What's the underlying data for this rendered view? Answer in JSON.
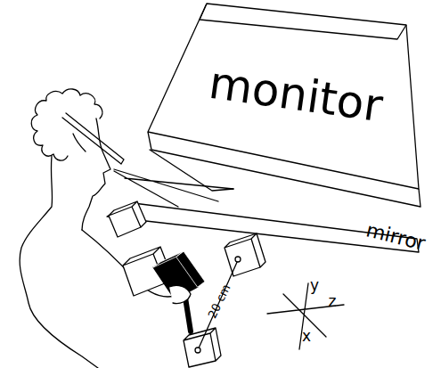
{
  "diagram": {
    "nodes": [
      {
        "text": [
          "monitor"
        ]
      }
    ],
    "labels": [
      "mirror",
      "20 cm",
      "y",
      "z",
      "x"
    ]
  }
}
